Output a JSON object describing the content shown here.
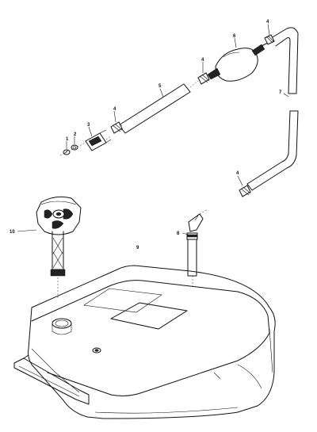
{
  "callouts": {
    "c1": "1",
    "c2": "2",
    "c3": "3",
    "c4a": "4",
    "c4b": "4",
    "c4c": "4",
    "c4d": "4",
    "c5": "5",
    "c6": "6",
    "c7": "7",
    "c8": "8",
    "c9": "9",
    "c10": "10"
  }
}
